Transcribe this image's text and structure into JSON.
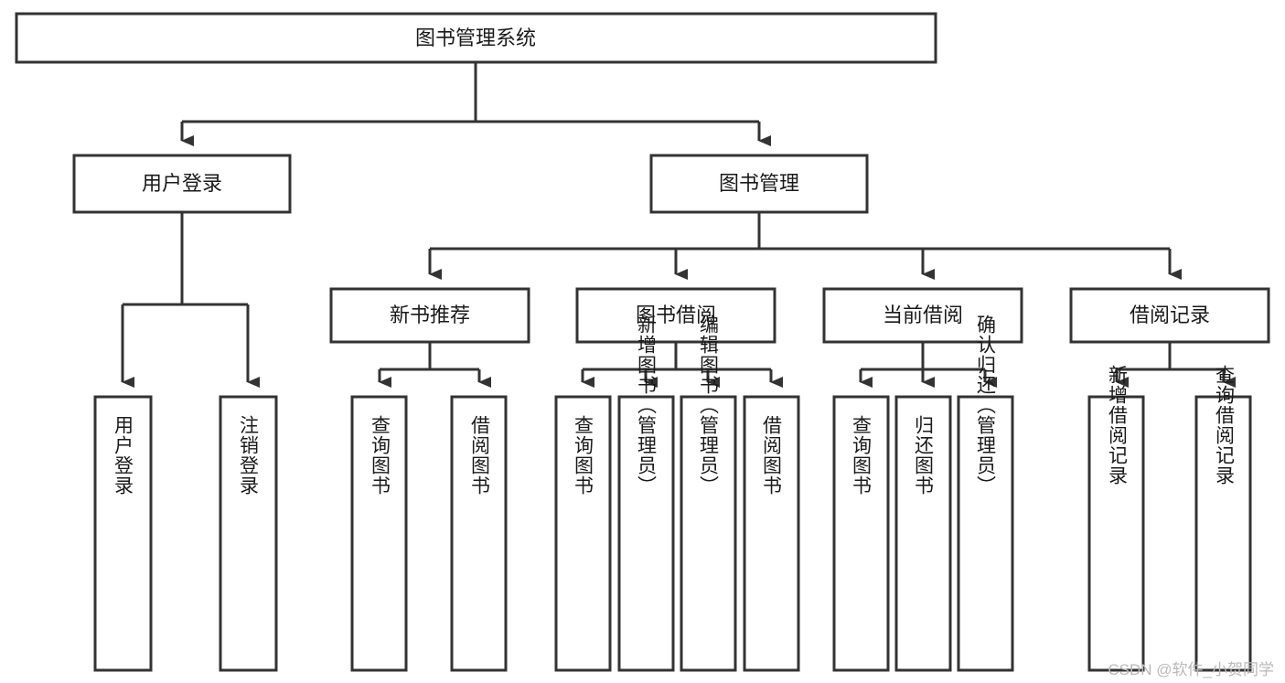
{
  "diagram": {
    "title": "图书管理系统",
    "type": "tree",
    "orientation": "top-down",
    "colors": {
      "stroke": "#333333",
      "box_fill": "#ffffff",
      "text": "#1a1a1a",
      "background": "#ffffff",
      "watermark": "#b9b9b9"
    },
    "levels": [
      {
        "level": 1,
        "nodes": [
          {
            "id": "root",
            "label": "图书管理系统",
            "text_orientation": "horizontal"
          }
        ]
      },
      {
        "level": 2,
        "nodes": [
          {
            "id": "login",
            "label": "用户登录",
            "parent": "root",
            "text_orientation": "horizontal"
          },
          {
            "id": "bookmgmt",
            "label": "图书管理",
            "parent": "root",
            "text_orientation": "horizontal"
          }
        ]
      },
      {
        "level": 3,
        "nodes": [
          {
            "id": "newbook",
            "label": "新书推荐",
            "parent": "bookmgmt",
            "text_orientation": "horizontal"
          },
          {
            "id": "borrow",
            "label": "图书借阅",
            "parent": "bookmgmt",
            "text_orientation": "horizontal"
          },
          {
            "id": "current",
            "label": "当前借阅",
            "parent": "bookmgmt",
            "text_orientation": "horizontal"
          },
          {
            "id": "records",
            "label": "借阅记录",
            "parent": "bookmgmt",
            "text_orientation": "horizontal"
          }
        ]
      },
      {
        "level": 4,
        "nodes": [
          {
            "id": "leaf1",
            "label": "用户登录",
            "parent": "login",
            "text_orientation": "vertical"
          },
          {
            "id": "leaf2",
            "label": "注销登录",
            "parent": "login",
            "text_orientation": "vertical"
          },
          {
            "id": "leaf3",
            "label": "查询图书",
            "parent": "newbook",
            "text_orientation": "vertical"
          },
          {
            "id": "leaf4",
            "label": "借阅图书",
            "parent": "newbook",
            "text_orientation": "vertical"
          },
          {
            "id": "leaf5",
            "label": "查询图书",
            "parent": "borrow",
            "text_orientation": "vertical"
          },
          {
            "id": "leaf6",
            "label": "新增图书（管理员）",
            "parent": "borrow",
            "text_orientation": "vertical"
          },
          {
            "id": "leaf7",
            "label": "编辑图书（管理员）",
            "parent": "borrow",
            "text_orientation": "vertical"
          },
          {
            "id": "leaf8",
            "label": "借阅图书",
            "parent": "borrow",
            "text_orientation": "vertical"
          },
          {
            "id": "leaf9",
            "label": "查询图书",
            "parent": "current",
            "text_orientation": "vertical"
          },
          {
            "id": "leaf10",
            "label": "归还图书",
            "parent": "current",
            "text_orientation": "vertical"
          },
          {
            "id": "leaf11",
            "label": "确认归还（管理员）",
            "parent": "current",
            "text_orientation": "vertical"
          },
          {
            "id": "leaf12",
            "label": "新增借阅记录",
            "parent": "records",
            "text_orientation": "vertical"
          },
          {
            "id": "leaf13",
            "label": "查询借阅记录",
            "parent": "records",
            "text_orientation": "vertical"
          }
        ]
      }
    ]
  },
  "watermark": {
    "text": "CSDN @软件_小贺同学"
  }
}
